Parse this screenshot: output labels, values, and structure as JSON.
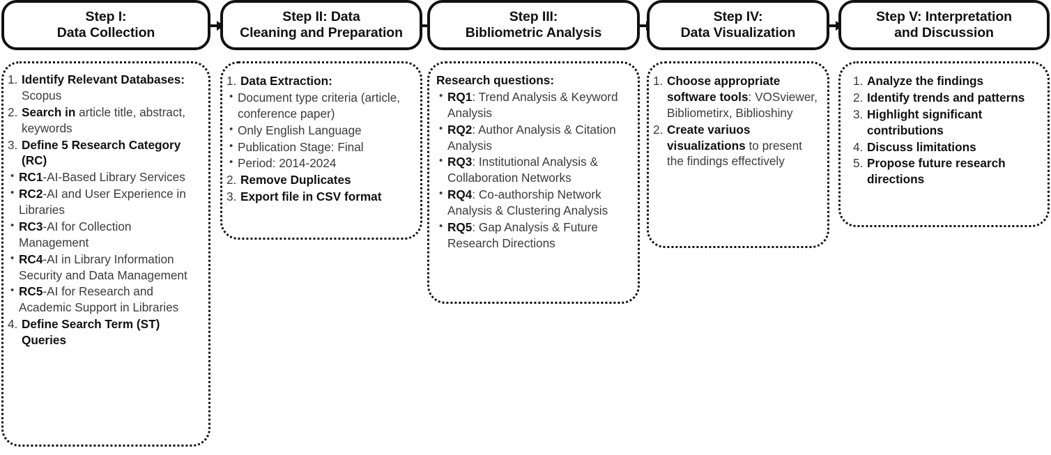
{
  "diagram": {
    "title": "Bibliometric Research Methodology Flowchart",
    "accent_color": "#111111",
    "body_text_color": "#3b3b3b",
    "arrow_icon": "arrow-right-icon"
  },
  "steps": [
    {
      "id": "step-1",
      "header": "Step I:\nData Collection",
      "items": [
        {
          "marker": "1.",
          "type": "number",
          "html": "<b>Identify Relevant Databases:</b> Scopus"
        },
        {
          "marker": "2.",
          "type": "number",
          "html": "<b>Search in</b> article title, abstract, keywords"
        },
        {
          "marker": "3.",
          "type": "number",
          "html": "<b>Define 5 Research Category (RC)</b>"
        },
        {
          "marker": "•",
          "type": "bullet",
          "html": "<b>RC1</b>-AI-Based Library Services"
        },
        {
          "marker": "•",
          "type": "bullet",
          "html": "<b>RC2</b>-AI and User Experience in Libraries"
        },
        {
          "marker": "•",
          "type": "bullet",
          "html": "<b>RC3</b>-AI for Collection Management"
        },
        {
          "marker": "•",
          "type": "bullet",
          "html": "<b>RC4</b>-AI in Library Information Security and Data Management"
        },
        {
          "marker": "•",
          "type": "bullet",
          "html": "<b>RC5</b>-AI for Research and Academic Support in Libraries"
        },
        {
          "marker": "4.",
          "type": "number",
          "html": "<b>Define Search Term (ST) Queries</b>"
        }
      ]
    },
    {
      "id": "step-2",
      "header": "Step II: Data\nCleaning and Preparation",
      "items": [
        {
          "marker": "1.",
          "type": "number",
          "html": "<b>Data Extraction:</b>"
        },
        {
          "marker": "•",
          "type": "bullet",
          "html": "Document type criteria (article, conference paper)"
        },
        {
          "marker": "•",
          "type": "bullet",
          "html": "Only English Language"
        },
        {
          "marker": "•",
          "type": "bullet",
          "html": "Publication Stage: Final"
        },
        {
          "marker": "•",
          "type": "bullet",
          "html": "Period: 2014-2024"
        },
        {
          "marker": "2.",
          "type": "number",
          "html": "<b>Remove Duplicates</b>"
        },
        {
          "marker": "3.",
          "type": "number",
          "html": "<b>Export file in CSV format</b>"
        }
      ]
    },
    {
      "id": "step-3",
      "header": "Step III:\nBibliometric Analysis",
      "items": [
        {
          "marker": "",
          "type": "none",
          "html": "<b>Research questions:</b>"
        },
        {
          "marker": "•",
          "type": "bullet",
          "html": "<b>RQ1</b>: Trend Analysis &amp; Keyword Analysis"
        },
        {
          "marker": "•",
          "type": "bullet",
          "html": "<b>RQ2</b>: Author Analysis &amp; Citation Analysis"
        },
        {
          "marker": "•",
          "type": "bullet",
          "html": "<b>RQ3</b>: Institutional Analysis &amp; Collaboration Networks"
        },
        {
          "marker": "•",
          "type": "bullet",
          "html": "<b>RQ4</b>: Co-authorship Network Analysis &amp; Clustering Analysis"
        },
        {
          "marker": "•",
          "type": "bullet",
          "html": "<b>RQ5</b>: Gap Analysis &amp; Future Research Directions"
        }
      ]
    },
    {
      "id": "step-4",
      "header": "Step IV:\nData Visualization",
      "items": [
        {
          "marker": "1.",
          "type": "number",
          "html": "<b>Choose appropriate software tools</b>: VOSviewer, Bibliometirx, Biblioshiny"
        },
        {
          "marker": "2.",
          "type": "number",
          "html": "<b>Create variuos visualizations</b> to present the findings effectively"
        }
      ]
    },
    {
      "id": "step-5",
      "header": "Step V: Interpretation\nand Discussion",
      "items": [
        {
          "marker": "1.",
          "type": "number",
          "html": "<b>Analyze the findings</b>"
        },
        {
          "marker": "2.",
          "type": "number",
          "html": "<b>Identify trends and patterns</b>"
        },
        {
          "marker": "3.",
          "type": "number",
          "html": "<b>Highlight significant contributions</b>"
        },
        {
          "marker": "4.",
          "type": "number",
          "html": "<b>Discuss limitations</b>"
        },
        {
          "marker": "5.",
          "type": "number",
          "html": "<b>Propose future research directions</b>"
        }
      ]
    }
  ]
}
